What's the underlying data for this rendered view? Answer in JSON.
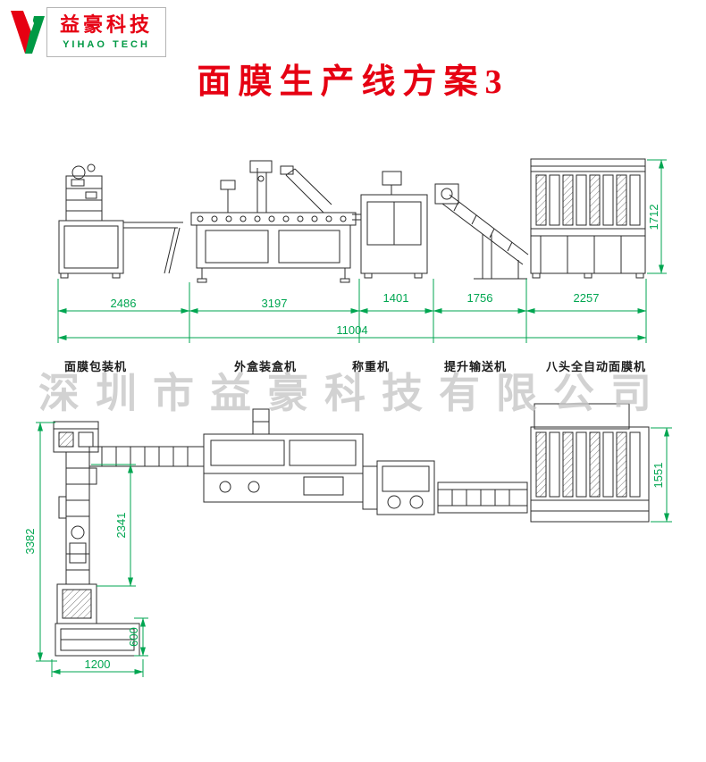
{
  "logo": {
    "company_cn": "益豪科技",
    "company_en": "YIHAO TECH",
    "mark_red": "#e60012",
    "mark_green": "#009944"
  },
  "title": {
    "text": "面膜生产线方案3",
    "color": "#e60012"
  },
  "watermark": {
    "text": "深圳市益豪科技有限公司",
    "color": "#c7c7c7"
  },
  "colors": {
    "dimension_green": "#00a651",
    "drawing_line": "#2b2b2b",
    "title_red": "#e60012"
  },
  "elevation_view": {
    "machine_labels": [
      {
        "label": "面膜包装机"
      },
      {
        "label": "外盒装盒机"
      },
      {
        "label": "称重机"
      },
      {
        "label": "提升输送机"
      },
      {
        "label": "八头全自动面膜机"
      }
    ],
    "dimensions": {
      "seg1": "2486",
      "seg2": "3197",
      "seg3": "1401",
      "seg4": "1756",
      "seg5": "2257",
      "total": "11004",
      "height_right": "1712"
    }
  },
  "plan_view": {
    "dimensions": {
      "left_height": "3382",
      "column_length": "2341",
      "foot_depth": "600",
      "foot_width": "1200",
      "right_height": "1551"
    }
  }
}
